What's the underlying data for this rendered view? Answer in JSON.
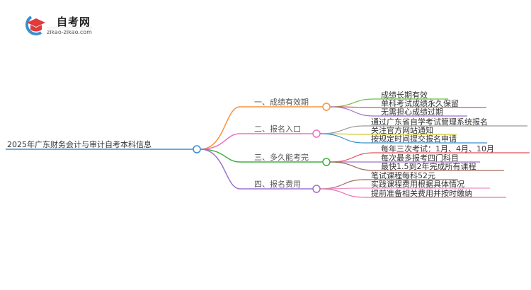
{
  "logo": {
    "title": "自考网",
    "url": "zikao-zikao.com"
  },
  "root": {
    "label": "2025年广东财务会计与审计自考本科信息",
    "color": "#3a8fd0"
  },
  "branches": [
    {
      "label": "一、成绩有效期",
      "color": "#f7943c",
      "leaves": [
        {
          "label": "成绩长期有效",
          "color": "#6cc04a"
        },
        {
          "label": "单科考试成绩永久保留",
          "color": "#e0505a"
        },
        {
          "label": "无需担心成绩过期",
          "color": "#a070d0"
        }
      ]
    },
    {
      "label": "二、报名入口",
      "color": "#e870c0",
      "leaves": [
        {
          "label": "通过广东省自学考试管理系统报名",
          "color": "#999999"
        },
        {
          "label": "关注官方网站通知",
          "color": "#d0c830"
        },
        {
          "label": "按规定时间提交报名申请",
          "color": "#3a8fd0"
        }
      ]
    },
    {
      "label": "三、多久能考完",
      "color": "#40b040",
      "leaves": [
        {
          "label": "每年三次考试：1月、4月、10月",
          "color": "#e0505a"
        },
        {
          "label": "每次最多报考四门科目",
          "color": "#a070d0"
        },
        {
          "label": "最快1.5到2年完成所有课程",
          "color": "#a06a5a"
        }
      ]
    },
    {
      "label": "四、报名费用",
      "color": "#a070d0",
      "leaves": [
        {
          "label": "笔试课程每科52元",
          "color": "#a06a5a"
        },
        {
          "label": "实践课程费用根据具体情况",
          "color": "#f090c8"
        },
        {
          "label": "提前准备相关费用并按时缴纳",
          "color": "#f070b0"
        }
      ]
    }
  ]
}
